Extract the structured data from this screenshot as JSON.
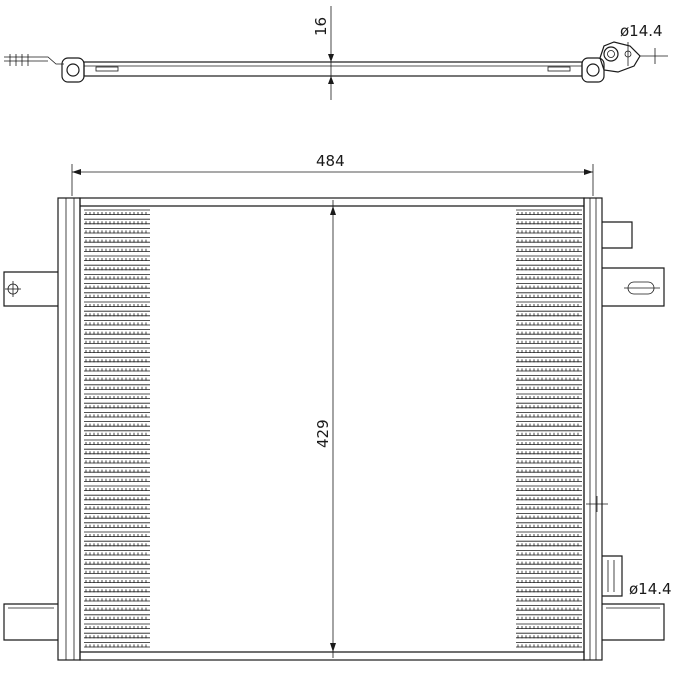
{
  "dimensions": {
    "thickness": "16",
    "width": "484",
    "height": "429",
    "pipe_top": "ø14.4",
    "pipe_bottom": "ø14.4"
  },
  "colors": {
    "line": "#1a1a1a",
    "background": "#ffffff"
  }
}
